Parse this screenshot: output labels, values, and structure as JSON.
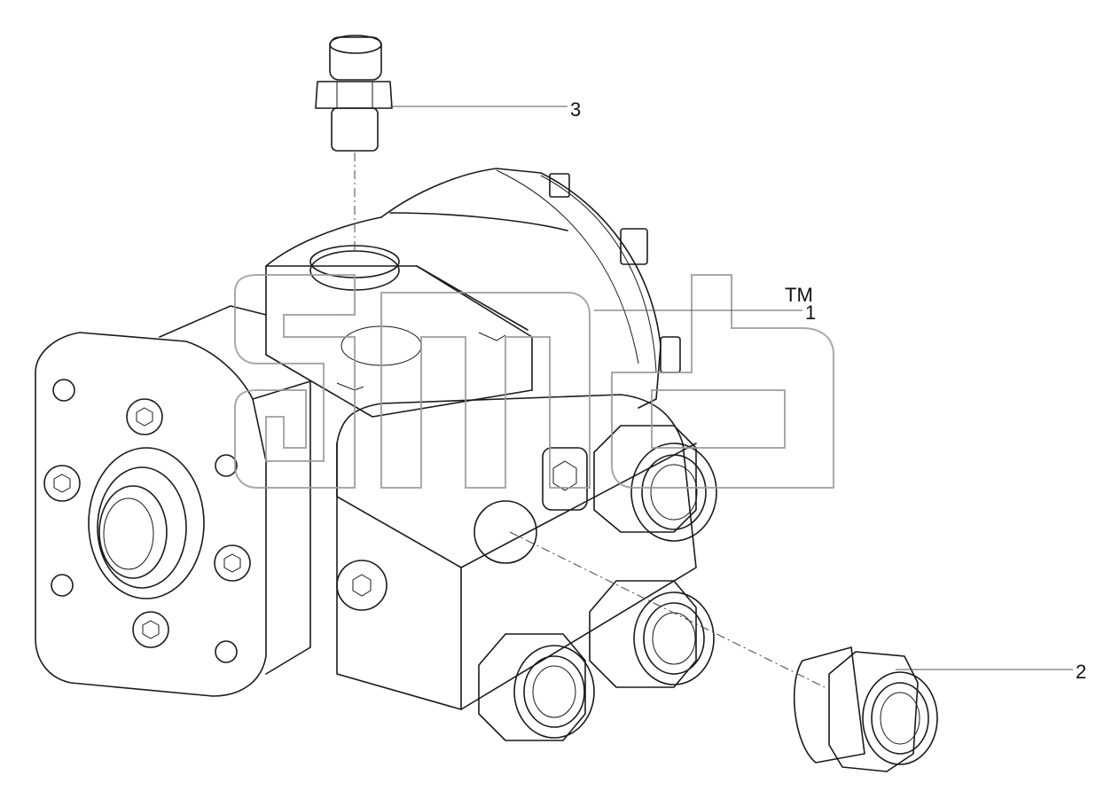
{
  "diagram": {
    "callouts": [
      {
        "id": "1",
        "label": "1"
      },
      {
        "id": "2",
        "label": "2"
      },
      {
        "id": "3",
        "label": "3"
      }
    ],
    "watermark": {
      "text": "gmd",
      "trademark": "TM"
    },
    "colors": {
      "ink": "#1a1a1a",
      "watermark": "#9a9a9a",
      "background": "#ffffff"
    }
  }
}
